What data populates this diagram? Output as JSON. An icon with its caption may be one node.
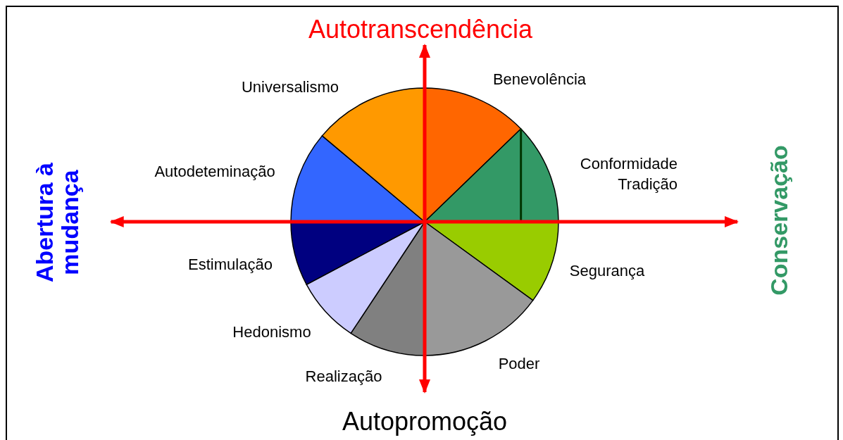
{
  "diagram": {
    "nodes": [
      {
        "text": [
          "Autotranscendência"
        ]
      },
      {
        "text": [
          "Autopromoção"
        ]
      },
      {
        "text": [
          "Abertura à mudança"
        ]
      },
      {
        "text": [
          "Conservação"
        ]
      }
    ],
    "edges": [
      {
        "from": 1,
        "to": 0,
        "arrow": "both"
      },
      {
        "from": 2,
        "to": 3,
        "arrow": "both"
      }
    ],
    "labels": [
      "Universalismo",
      "Benevolência",
      "Autodeteminação",
      "Conformidade",
      "Tradição",
      "Estimulação",
      "Segurança",
      "Hedonismo",
      "Poder",
      "Realização"
    ]
  }
}
